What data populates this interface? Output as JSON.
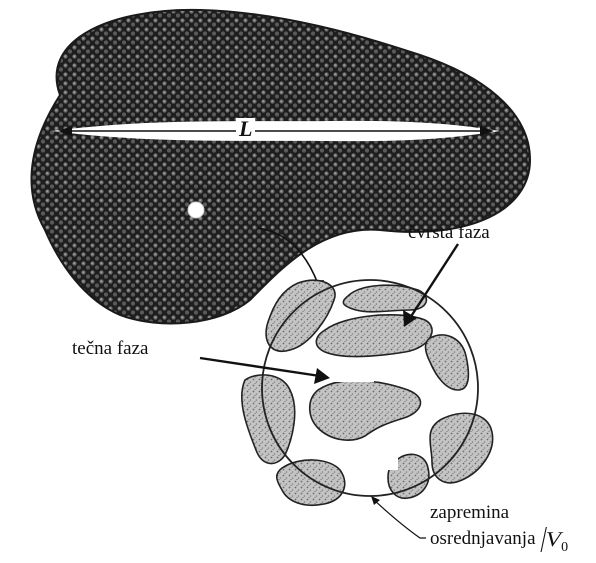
{
  "labels": {
    "length": "L",
    "solid_phase": "čvrsta faza",
    "liquid_phase": "tečna faza",
    "averaging_volume_line1": "zapremina",
    "averaging_volume_line2": "osrednjavanja",
    "volume_symbol": "V",
    "volume_subscript": "0"
  },
  "colors": {
    "porous_body": "#1e1e1e",
    "grain_highlight": "#8a8a8a",
    "solid_grain_fill": "#b9b9b9",
    "outline": "#222222",
    "background": "#ffffff"
  }
}
